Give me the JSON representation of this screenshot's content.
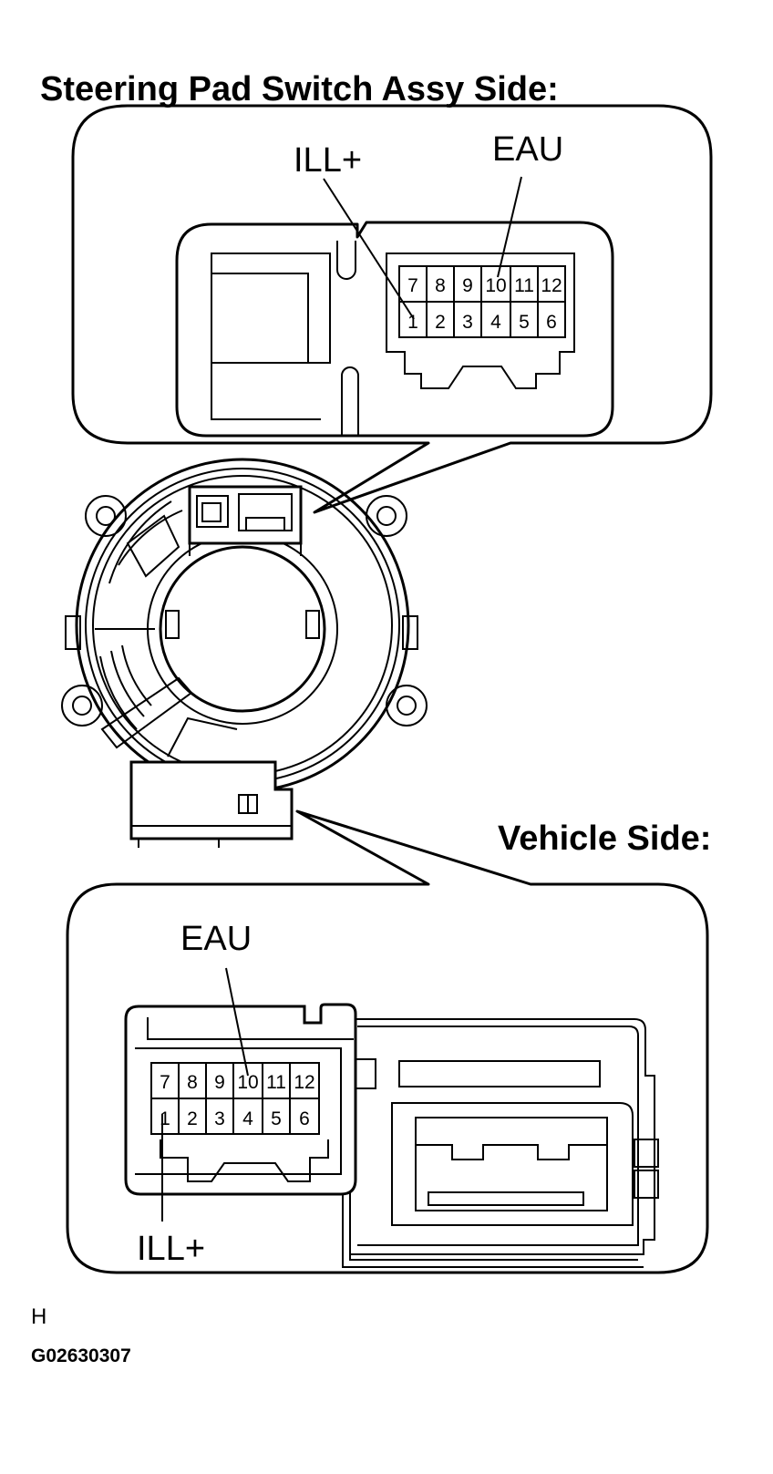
{
  "headings": {
    "top": "Steering Pad Switch Assy Side:",
    "bottom": "Vehicle Side:"
  },
  "top_connector": {
    "callout_left": "ILL+",
    "callout_right": "EAU",
    "pins_top_row": [
      "7",
      "8",
      "9",
      "10",
      "11",
      "12"
    ],
    "pins_bottom_row": [
      "1",
      "2",
      "3",
      "4",
      "5",
      "6"
    ]
  },
  "bottom_connector": {
    "callout_top": "EAU",
    "callout_bottom": "ILL+",
    "pins_top_row": [
      "7",
      "8",
      "9",
      "10",
      "11",
      "12"
    ],
    "pins_bottom_row": [
      "1",
      "2",
      "3",
      "4",
      "5",
      "6"
    ]
  },
  "footer": {
    "mark": "H",
    "code": "G02630307"
  }
}
